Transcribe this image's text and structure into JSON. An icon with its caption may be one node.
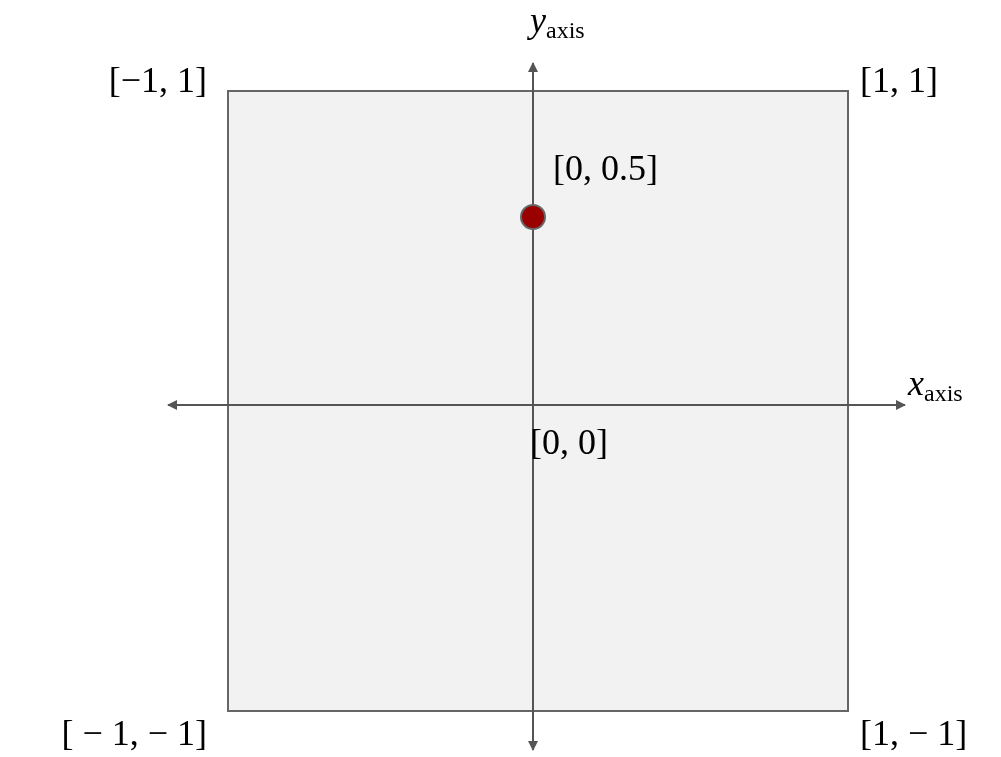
{
  "diagram": {
    "labels": [
      "*y*$_{axis}$",
      "[−1, 1]",
      "[1, 1]",
      "[0, 0.5]",
      "*x*$_{axis}$",
      "[0, 0]",
      "[ − 1, − 1]",
      "[1, − 1]"
    ]
  }
}
